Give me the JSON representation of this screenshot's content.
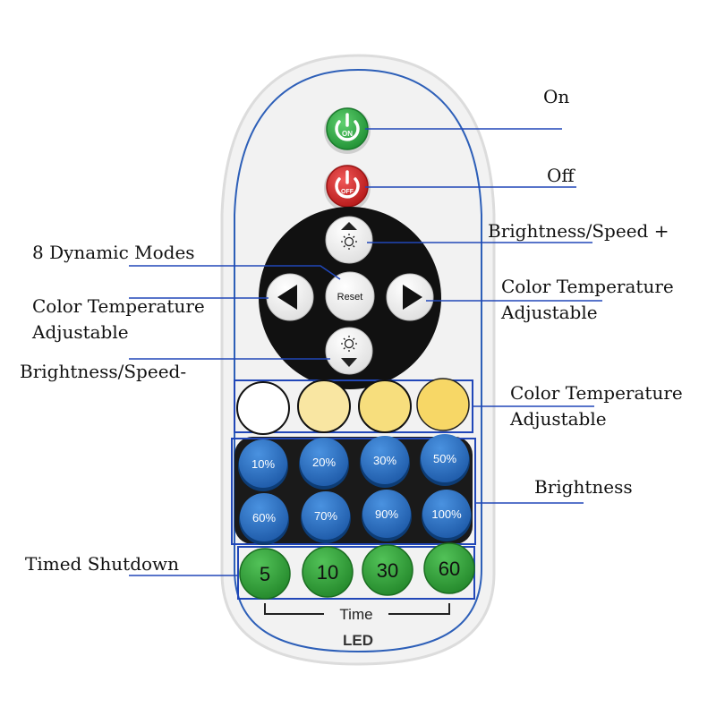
{
  "remote": {
    "on_button": {
      "label": "ON",
      "color": "#2fa84a"
    },
    "off_button": {
      "label": "OFF",
      "color": "#d42a2a"
    },
    "dpad": {
      "center_label": "Reset",
      "up_icon": "sun-up-arrow-icon",
      "down_icon": "sun-down-arrow-icon",
      "left_icon": "triangle-left-icon",
      "right_icon": "triangle-right-icon"
    },
    "color_temperature_buttons": [
      {
        "name": "white",
        "color": "#ffffff"
      },
      {
        "name": "warm-light",
        "color": "#f9e6a2"
      },
      {
        "name": "warm",
        "color": "#f7de7d"
      },
      {
        "name": "warm-deep",
        "color": "#f7d766"
      }
    ],
    "brightness_buttons": [
      "10%",
      "20%",
      "30%",
      "50%",
      "60%",
      "70%",
      "90%",
      "100%"
    ],
    "brightness_color": "#2b74c9",
    "timer_buttons": [
      "5",
      "10",
      "30",
      "60"
    ],
    "timer_color": "#36a63c",
    "time_label": "Time",
    "brand_label": "LED",
    "outline_color": "#2147b8"
  },
  "callouts": {
    "on": "On",
    "off": "Off",
    "brightness_plus": "Brightness/Speed +",
    "dynamic_modes": "8 Dynamic Modes",
    "color_temp_left_1": "Color Temperature",
    "color_temp_left_2": "Adjustable",
    "color_temp_right_1": "Color Temperature",
    "color_temp_right_2": "Adjustable",
    "brightness_minus": "Brightness/Speed-",
    "color_temp_row_1": "Color Temperature",
    "color_temp_row_2": "Adjustable",
    "brightness": "Brightness",
    "timed_shutdown": "Timed Shutdown"
  }
}
